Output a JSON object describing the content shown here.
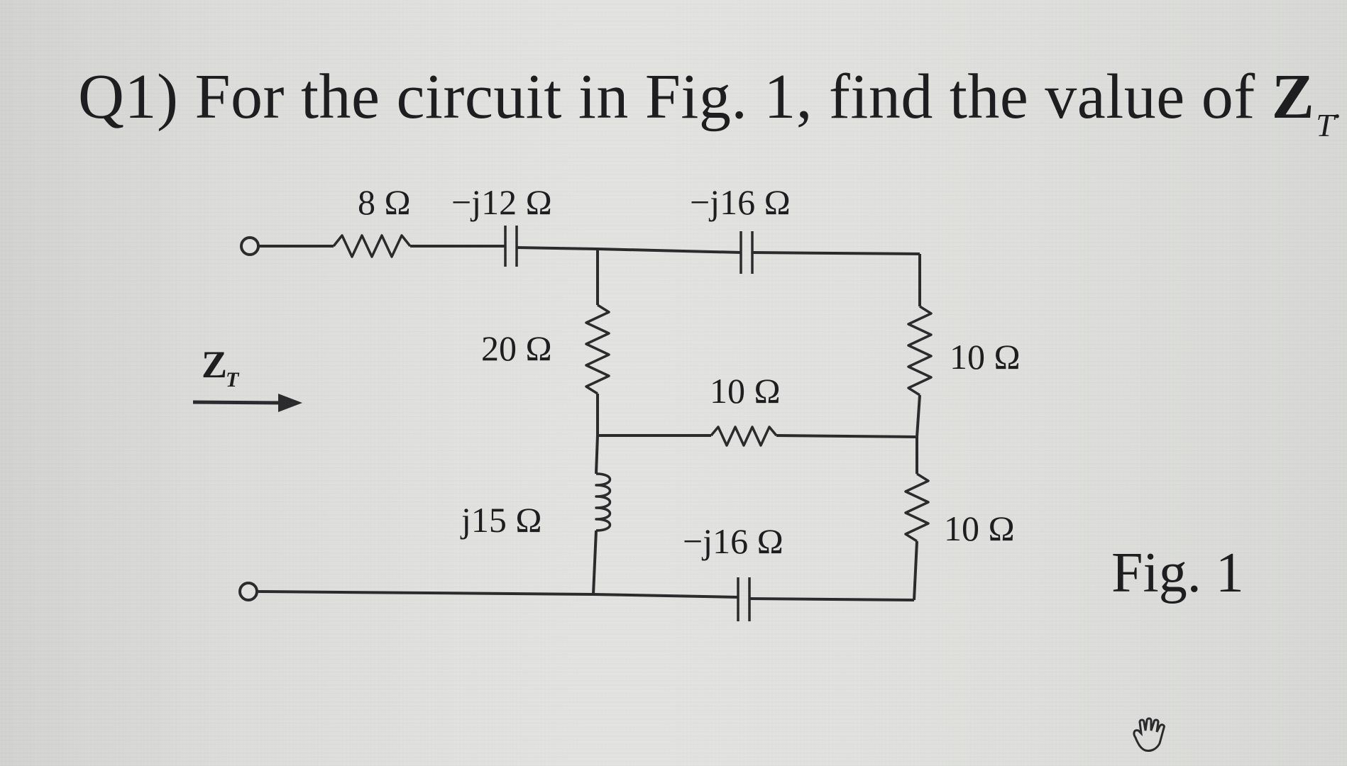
{
  "question": {
    "prefix": "Q1) For the circuit  in Fig. 1, find the value of ",
    "symbol": "Z",
    "subscript": "T",
    "trail": ". ."
  },
  "input_label": {
    "symbol": "Z",
    "subscript": "T"
  },
  "components": {
    "series_resistor": "8 Ω",
    "series_capacitor": "−j12 Ω",
    "top_capacitor": "−j16 Ω",
    "left_resistor": "20 Ω",
    "right_top_resistor": "10 Ω",
    "middle_resistor": "10 Ω",
    "left_inductor": "j15 Ω",
    "bottom_capacitor": "−j16 Ω",
    "right_bottom_resistor": "10 Ω"
  },
  "figure_label": "Fig. 1"
}
